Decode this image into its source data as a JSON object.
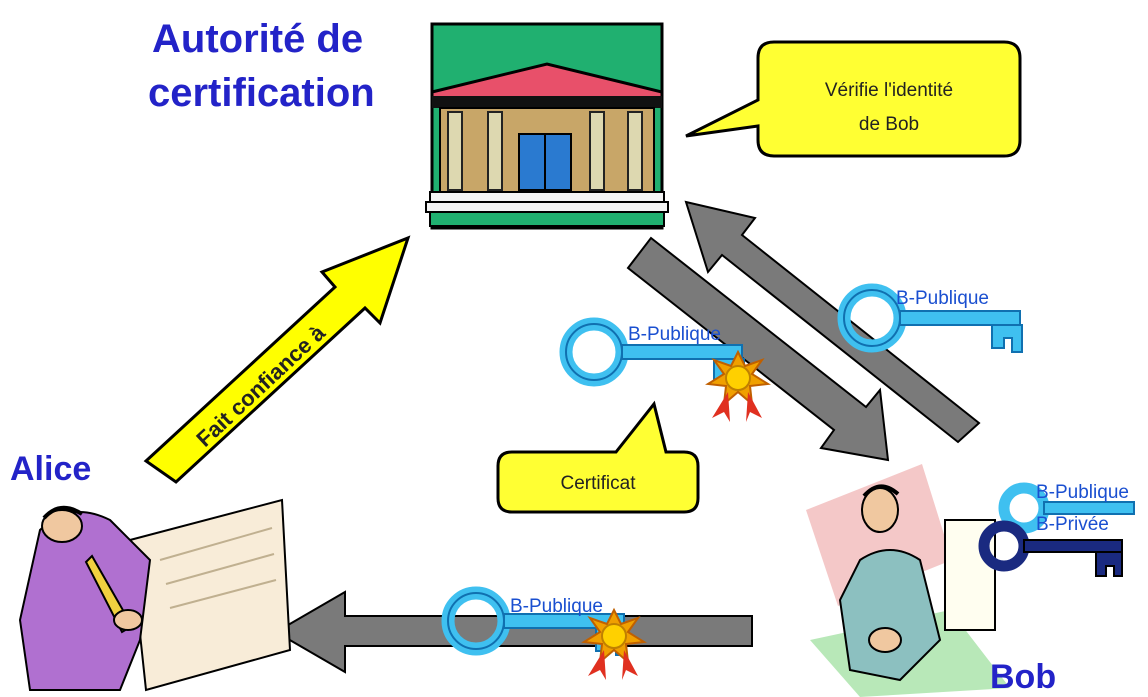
{
  "authority": {
    "line1": "Autorité de",
    "line2": "certification"
  },
  "alice": "Alice",
  "bob": "Bob",
  "verify_bubble": {
    "line1": "Vérifie l'identité",
    "line2": "de Bob"
  },
  "certificate_bubble": "Certificat",
  "trust_arrow_label": "Fait confiance à",
  "keys": {
    "to_authority": "B-Publique",
    "certificate_key": "B-Publique",
    "to_alice": "B-Publique",
    "bob_public": "B-Publique",
    "bob_private": "B-Privée"
  },
  "colors": {
    "title": "#2323c8",
    "key": "#3fc0f0",
    "key_stroke": "#1070b0",
    "bubble": "#ffff33",
    "arrow_gray": "#7a7a7a",
    "arrow_yellow": "#ffff00"
  }
}
